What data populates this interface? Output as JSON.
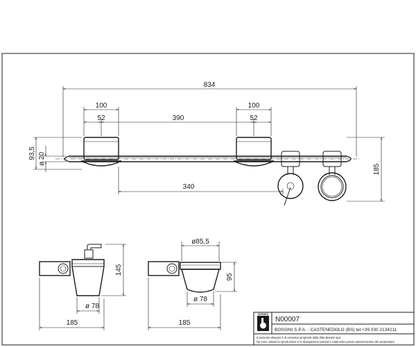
{
  "drawing": {
    "code": "N00007",
    "company_line": "BOSSINI S.P.A. - CASTENEDOLO (BS) tel:+39 030 2134211",
    "note_1": "Il presente disegno è di esclusiva proprietà della ditta Bossini spa",
    "note_2": "Ne sono vietate la riproduzione e la divulgazione parziali o totali salvo previa autorizzazione del proprietario",
    "logo_text": "BOSSINI"
  },
  "dimensions": {
    "overall_length": "834",
    "left_cup_width": "100",
    "right_cup_width": "100",
    "left_cup_half": "52",
    "right_cup_half": "52",
    "cup_spacing": "390",
    "cup_depth": "93,5",
    "rod_diameter": "ø 20",
    "rail_to_holder": "340",
    "total_height": "185",
    "dispenser_height": "145",
    "dispenser_base": "ø 78",
    "dispenser_depth": "185",
    "tumbler_top": "ø85,5",
    "tumbler_height": "95",
    "tumbler_base": "ø 78",
    "tumbler_depth": "185"
  }
}
